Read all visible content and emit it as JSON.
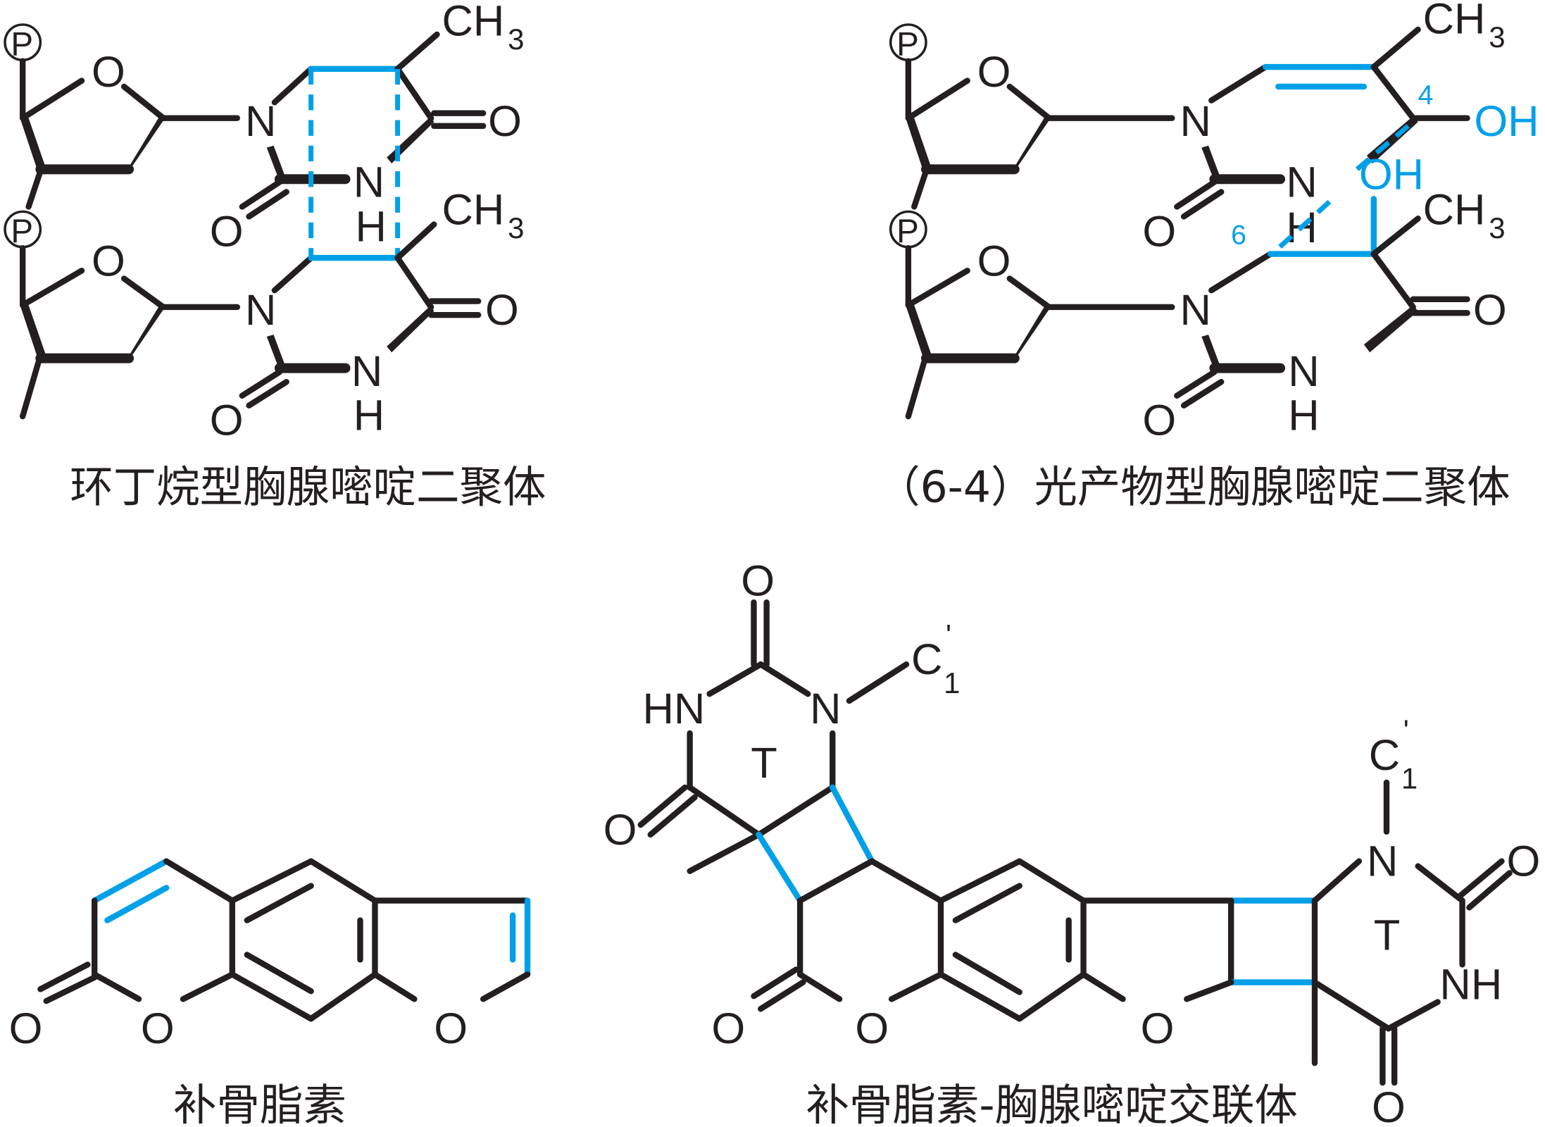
{
  "colors": {
    "bond": "#231f20",
    "highlight": "#00a0e9"
  },
  "captions": {
    "cyclobutane_dimer": "环丁烷型胸腺嘧啶二聚体",
    "photoproduct_64": "（6-4）光产物型胸腺嘧啶二聚体",
    "psoralen": "补骨脂素",
    "psoralen_thymine_crosslink": "补骨脂素-胸腺嘧啶交联体"
  },
  "atoms": {
    "phosphate": "P",
    "oxygen": "O",
    "nitrogen": "N",
    "hydrogen": "H",
    "methyl_c": "CH",
    "methyl_sub": "3",
    "hydroxyl": "OH",
    "imine": "HN",
    "amine": "NH",
    "thymine": "T",
    "c1_prime": "C",
    "c1_sub": "1",
    "prime": "'"
  },
  "position_labels": {
    "c4": "4",
    "c6": "6"
  }
}
